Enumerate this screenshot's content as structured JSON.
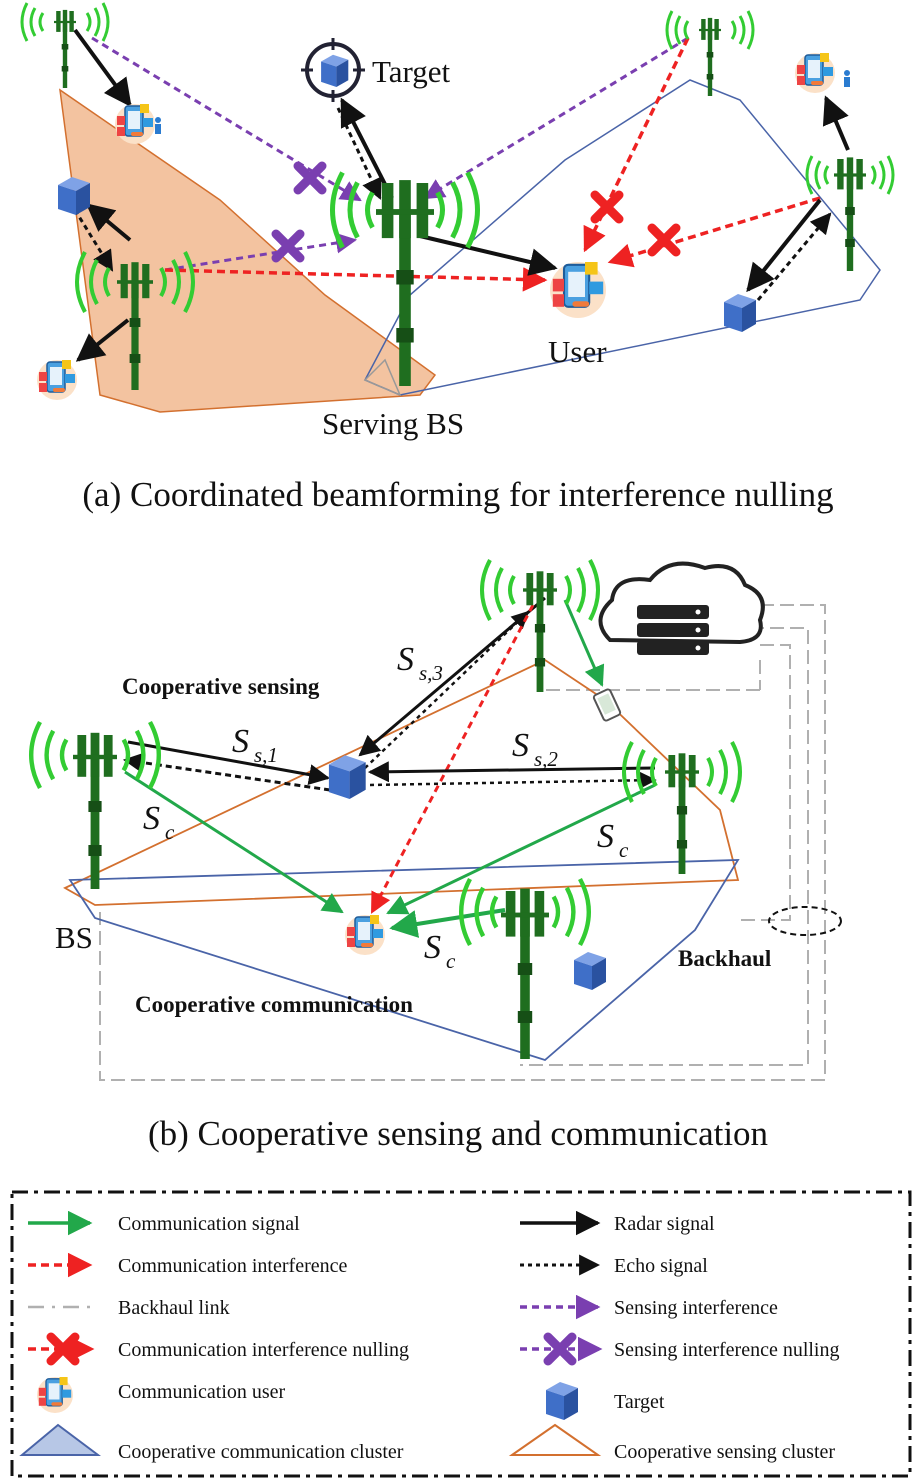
{
  "panel_a": {
    "caption": "(a) Coordinated beamforming for interference nulling",
    "target_label": "Target",
    "user_label": "User",
    "serving_bs_label": "Serving BS"
  },
  "panel_b": {
    "caption": "(b) Cooperative sensing and communication",
    "cooperative_sensing": "Cooperative sensing",
    "cooperative_communication": "Cooperative communication",
    "bs_label": "BS",
    "backhaul_label": "Backhaul",
    "symbols": {
      "s": "S",
      "ss1_sub": "s,1",
      "ss2_sub": "s,2",
      "ss3_sub": "s,3",
      "sc_sub": "c"
    }
  },
  "legend": {
    "communication_signal": "Communication signal",
    "radar_signal": "Radar signal",
    "communication_interference": "Communication interference",
    "echo_signal": "Echo signal",
    "backhaul_link": "Backhaul link",
    "sensing_interference": "Sensing interference",
    "communication_interference_nulling": "Communication interference nulling",
    "sensing_interference_nulling": "Sensing interference nulling",
    "communication_user": "Communication user",
    "target": "Target",
    "cooperative_communication_cluster": "Cooperative communication cluster",
    "cooperative_sensing_cluster": "Cooperative sensing cluster"
  },
  "colors": {
    "communication": "#22a84a",
    "interference": "#ee2222",
    "sensing_interference": "#7a3fb0",
    "radar": "#111111",
    "backhaul": "#b0b0b0",
    "tower": "#1f6e1f",
    "waves": "#33cc33",
    "target": "#3f6fc8",
    "sensing_cluster_fill": "#f3c3a0",
    "sensing_cluster_edge": "#d3702f",
    "comm_cluster_edge": "#4a64a8"
  }
}
